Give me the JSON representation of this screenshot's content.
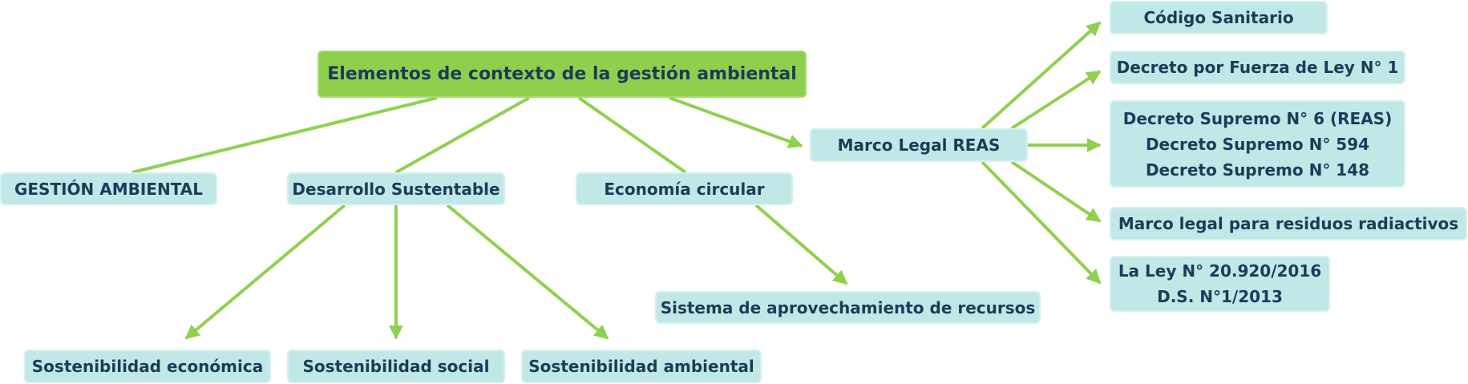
{
  "diagram": {
    "edge_color": "#8fd14f",
    "node_fill": "#bfe8e7",
    "root_fill": "#8ed04e",
    "text_color": "#1f3a5a",
    "nodes": {
      "root": {
        "lines": [
          "Elementos de contexto de la gestión ambiental"
        ]
      },
      "gestion": {
        "lines": [
          "GESTIÓN AMBIENTAL"
        ]
      },
      "desarrollo": {
        "lines": [
          "Desarrollo Sustentable"
        ]
      },
      "economia": {
        "lines": [
          "Economía circular"
        ]
      },
      "marco": {
        "lines": [
          "Marco Legal REAS"
        ]
      },
      "sist_aprov": {
        "lines": [
          "Sistema de aprovechamiento de recursos"
        ]
      },
      "sost_econ": {
        "lines": [
          "Sostenibilidad económica"
        ]
      },
      "sost_soc": {
        "lines": [
          "Sostenibilidad social"
        ]
      },
      "sost_amb": {
        "lines": [
          "Sostenibilidad ambiental"
        ]
      },
      "codigo": {
        "lines": [
          "Código Sanitario"
        ]
      },
      "dfl": {
        "lines": [
          "Decreto por Fuerza de Ley N° 1"
        ]
      },
      "decretos": {
        "lines": [
          "Decreto Supremo N° 6 (REAS)",
          "Decreto Supremo N° 594",
          "Decreto Supremo N° 148"
        ]
      },
      "radiactivos": {
        "lines": [
          "Marco legal para residuos radiactivos"
        ]
      },
      "ley": {
        "lines": [
          "La Ley N° 20.920/2016",
          "D.S. N°1/2013"
        ]
      }
    }
  }
}
